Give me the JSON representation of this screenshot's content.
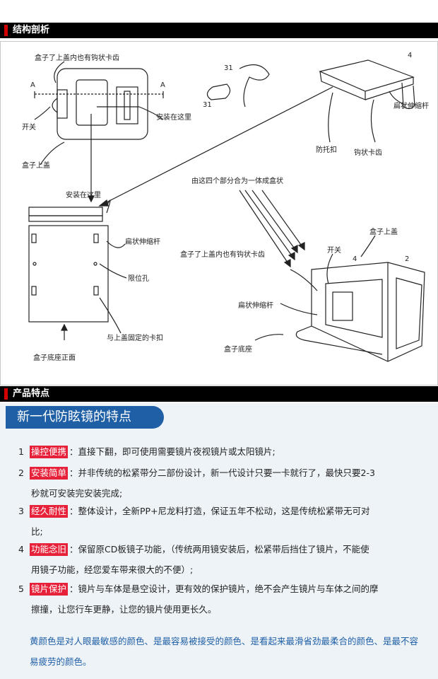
{
  "sections": {
    "structure": "结构剖析",
    "features": "产品特点"
  },
  "diagram": {
    "labels": {
      "lid_teeth_top": "盒子了上盖内也有钩状卡齿",
      "a1": "A",
      "a2": "A",
      "switch_top": "开关",
      "box_lid_left": "盒子上盖",
      "install_here_1": "安装在这里",
      "n31a": "31",
      "n31b": "31",
      "anti_drop_buckle": "防托扣",
      "hook_teeth": "钩状卡齿",
      "flat_rod_top": "扁状伸缩杆",
      "n4_top": "4",
      "install_here_2": "安装在这里",
      "combine_note": "由这四个部分合为一体成盒状",
      "flat_rod_mid": "扁状伸缩杆",
      "limit_hole": "限位孔",
      "fix_clip": "与上盖固定的卡扣",
      "box_base_front": "盒子底座正面",
      "box_lid_right": "盒子上盖",
      "lid_teeth_mid": "盒子了上盖内也有钩状卡齿",
      "switch_mid": "开关",
      "n4_mid": "4",
      "n2": "2",
      "flat_rod_bottom": "扁状伸缩杆",
      "box_base": "盒子底座"
    }
  },
  "features": {
    "header": "新一代防眩镜的特点",
    "items": [
      {
        "num": "1",
        "title": "操控便携",
        "text": "：直接下翻，即可使用需要镜片夜视镜片或太阳镜片;",
        "cont": ""
      },
      {
        "num": "2",
        "title": "安装简单",
        "text": "：并非传统的松紧带分二部份设计，新一代设计只要一卡就行了，最快只要2-3",
        "cont": "秒就可安装完安装完成;"
      },
      {
        "num": "3",
        "title": "经久耐性",
        "text": "：整体设计，全新PP+尼龙料打造，保证五年不松动，这是传统松紧带无可对",
        "cont": "比;"
      },
      {
        "num": "4",
        "title": "功能念旧",
        "text": "：保留原CD板镜子功能，（传统两用镜安装后，松紧带后挡住了镜片，不能使",
        "cont": "用镜子功能，经您爱车带来很大的不便）;"
      },
      {
        "num": "5",
        "title": "镜片保护",
        "text": "：镜片与车体是悬空设计，更有效的保护镜片，绝不会产生镜片与车体之间的摩",
        "cont": "擦撞，让您行车更静，让您的镜片使用更长久。"
      }
    ],
    "note": "黄颜色是对人眼最敏感的颜色、是最容易被接受的颜色、是看起来最滑省劲最柔合的颜色、是最不容易疲劳的颜色。"
  },
  "colors": {
    "section_bar": "#000000",
    "section_mark": "#d40000",
    "badge": "#e7213a",
    "header_blue": "#1f5fa6",
    "features_bg": "#eef3f8"
  }
}
